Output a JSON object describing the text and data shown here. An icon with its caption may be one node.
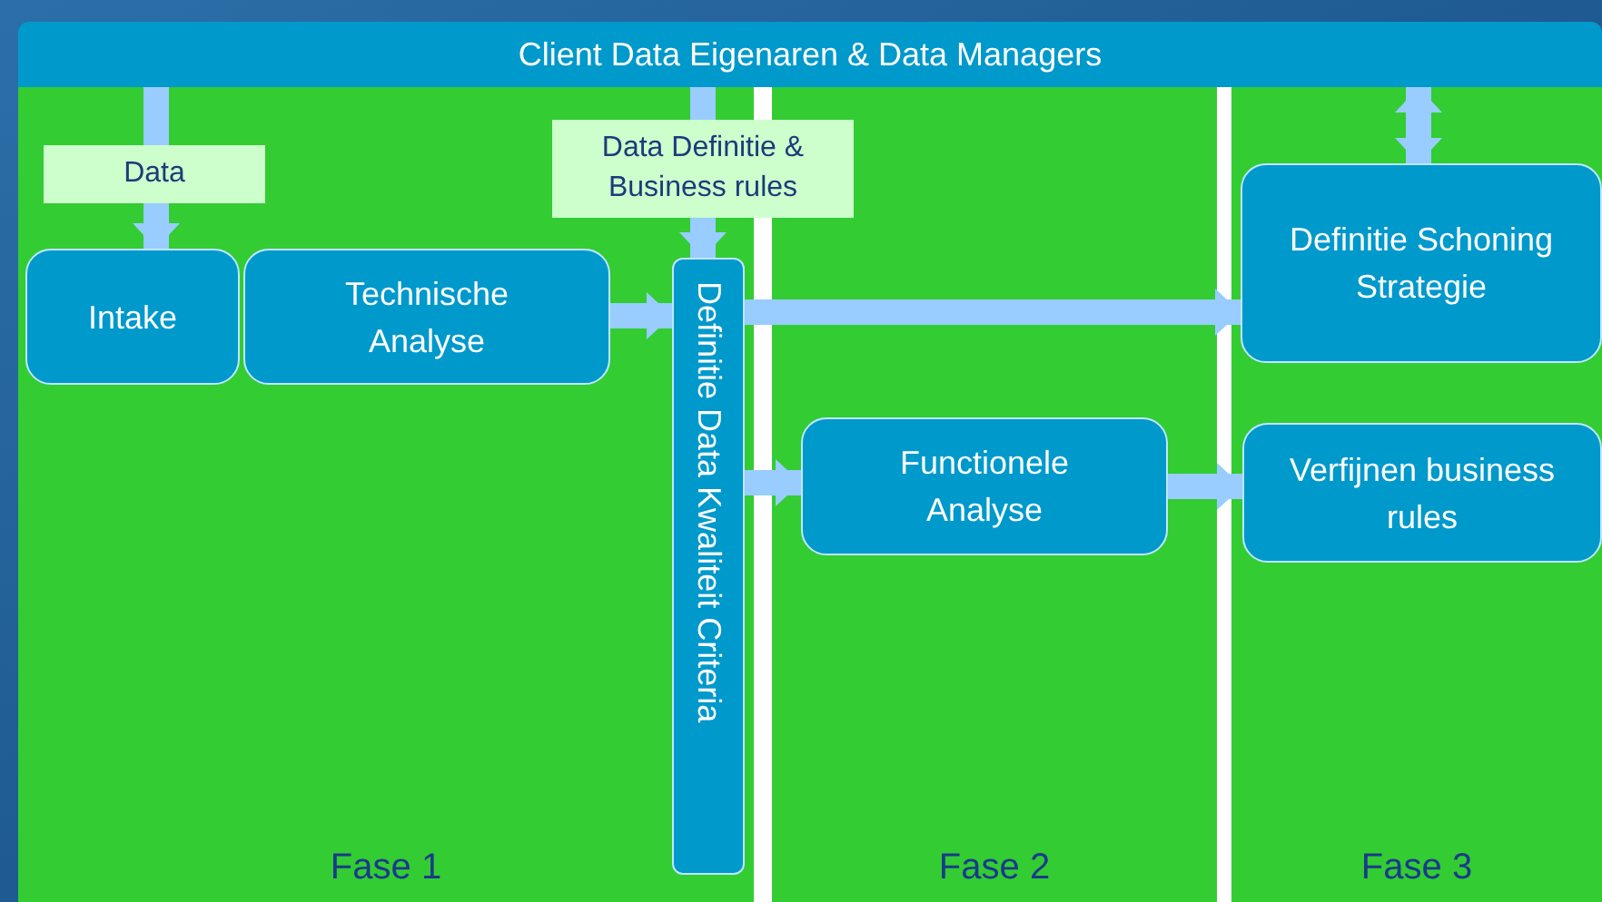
{
  "diagram": {
    "nodes": [
      {
        "text": [
          "Client Data Eigenaren & Data Managers"
        ]
      },
      {
        "text": [
          "Fase 1"
        ]
      },
      {
        "text": [
          "Intake"
        ],
        "in": 1
      },
      {
        "text": [
          "Technische Analyse"
        ],
        "in": 1
      },
      {
        "text": [
          "Definitie Data Kwaliteit Criteria"
        ],
        "in": 1
      },
      {
        "text": [
          "Fase 2"
        ]
      },
      {
        "text": [
          "Functionele Analyse"
        ],
        "in": 5
      },
      {
        "text": [
          "Fase 3"
        ]
      },
      {
        "text": [
          "Definitie Schoning Strategie"
        ],
        "in": 7
      },
      {
        "text": [
          "Verfijnen business rules"
        ],
        "in": 7
      }
    ],
    "edges": [
      {
        "from": 0,
        "to": 2,
        "arrow": "to",
        "label": "Data"
      },
      {
        "from": 0,
        "to": 4,
        "arrow": "to",
        "label": "Data Definitie & Business rules"
      },
      {
        "from": 3,
        "to": 4,
        "arrow": "to"
      },
      {
        "from": 4,
        "to": 8,
        "arrow": "to"
      },
      {
        "from": 4,
        "to": 6,
        "arrow": "to"
      },
      {
        "from": 6,
        "to": 9,
        "arrow": "to"
      },
      {
        "from": 0,
        "to": 8,
        "arrow": "both"
      }
    ]
  }
}
